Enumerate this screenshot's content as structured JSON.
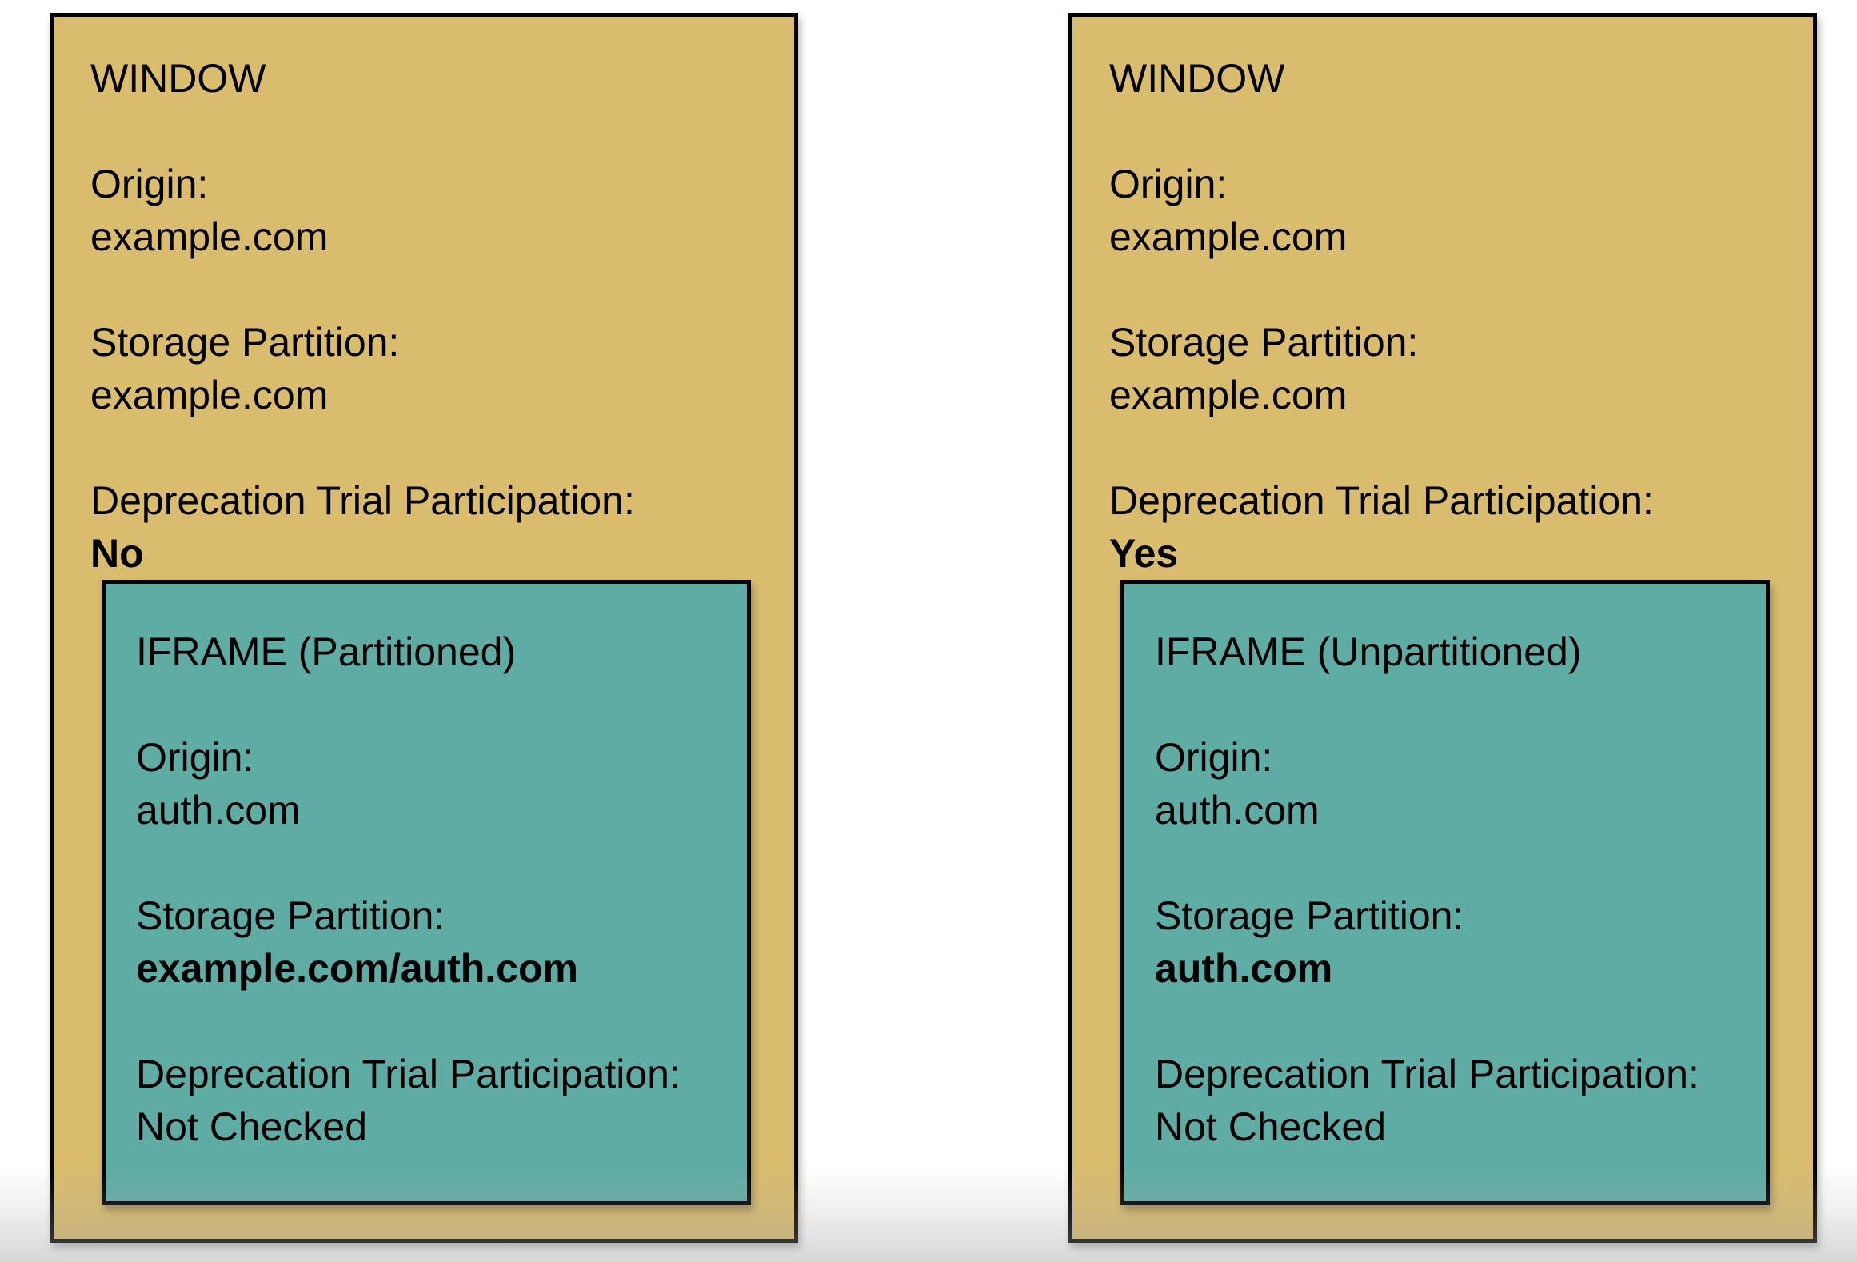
{
  "colors": {
    "page_background": "#FFFFFF",
    "window_fill": "#D9BC6E",
    "iframe_fill": "#5FACA4",
    "line_color": "#000000"
  },
  "panels": [
    {
      "window": {
        "title": "WINDOW",
        "origin": {
          "label": "Origin:",
          "value": "example.com"
        },
        "storage": {
          "label": "Storage Partition:",
          "value": "example.com"
        },
        "trial": {
          "label": "Deprecation Trial Participation:",
          "value": "No"
        }
      },
      "iframe": {
        "title": "IFRAME (Partitioned)",
        "origin": {
          "label": "Origin:",
          "value": "auth.com"
        },
        "storage": {
          "label": "Storage Partition:",
          "value": "example.com/auth.com"
        },
        "trial": {
          "label": "Deprecation Trial Participation:",
          "value": "Not Checked"
        }
      }
    },
    {
      "window": {
        "title": "WINDOW",
        "origin": {
          "label": "Origin:",
          "value": "example.com"
        },
        "storage": {
          "label": "Storage Partition:",
          "value": "example.com"
        },
        "trial": {
          "label": "Deprecation Trial Participation:",
          "value": "Yes"
        }
      },
      "iframe": {
        "title": "IFRAME (Unpartitioned)",
        "origin": {
          "label": "Origin:",
          "value": "auth.com"
        },
        "storage": {
          "label": "Storage Partition:",
          "value": "auth.com"
        },
        "trial": {
          "label": "Deprecation Trial Participation:",
          "value": "Not Checked"
        }
      }
    }
  ]
}
